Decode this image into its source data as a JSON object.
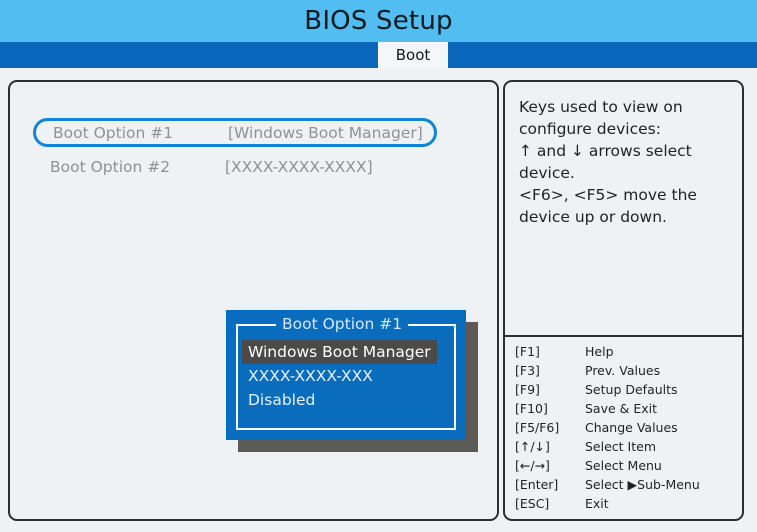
{
  "header": {
    "title": "BIOS Setup",
    "tabs": [
      {
        "label": "Boot",
        "active": true
      }
    ]
  },
  "colors": {
    "title_bar": "#52bdf0",
    "tab_bar": "#0a66bb",
    "tab_active_bg": "#f4f7f9",
    "panel_bg": "#eef2f5",
    "panel_border": "#2b2f33",
    "selection_outline": "#1184d4",
    "dropdown_bg": "#0a6cbd",
    "dropdown_shadow": "#5c5a57",
    "dropdown_highlight": "#4a4a4a",
    "dim_text": "#8d9297",
    "body_text": "#1c2226"
  },
  "boot_options": [
    {
      "label": "Boot Option  #1",
      "value": "[Windows Boot Manager]",
      "selected": true
    },
    {
      "label": "Boot Option  #2",
      "value": "[XXXX-XXXX-XXXX]",
      "selected": false
    }
  ],
  "dropdown": {
    "title": "Boot Option  #1",
    "items": [
      {
        "label": "Windows Boot Manager",
        "highlighted": true
      },
      {
        "label": "XXXX-XXXX-XXX",
        "highlighted": false
      },
      {
        "label": "Disabled",
        "highlighted": false
      }
    ]
  },
  "help": {
    "line1": "Keys used to view on",
    "line2": "configure devices:",
    "line3": "↑  and ↓  arrows select",
    "line4": "device.",
    "line5": "<F6>, <F5> move the",
    "line6": "device up or down."
  },
  "key_legend": [
    {
      "key": "[F1]",
      "desc": "Help"
    },
    {
      "key": "[F3]",
      "desc": "Prev. Values"
    },
    {
      "key": "[F9]",
      "desc": "Setup Defaults"
    },
    {
      "key": "[F10]",
      "desc": "Save & Exit"
    },
    {
      "key": "[F5/F6]",
      "desc": "Change Values"
    },
    {
      "key": "[↑/↓]",
      "desc": "Select Item"
    },
    {
      "key": "[←/→]",
      "desc": "Select Menu"
    },
    {
      "key": "[Enter]",
      "desc": "Select ▶Sub-Menu"
    },
    {
      "key": "[ESC]",
      "desc": "Exit"
    }
  ]
}
